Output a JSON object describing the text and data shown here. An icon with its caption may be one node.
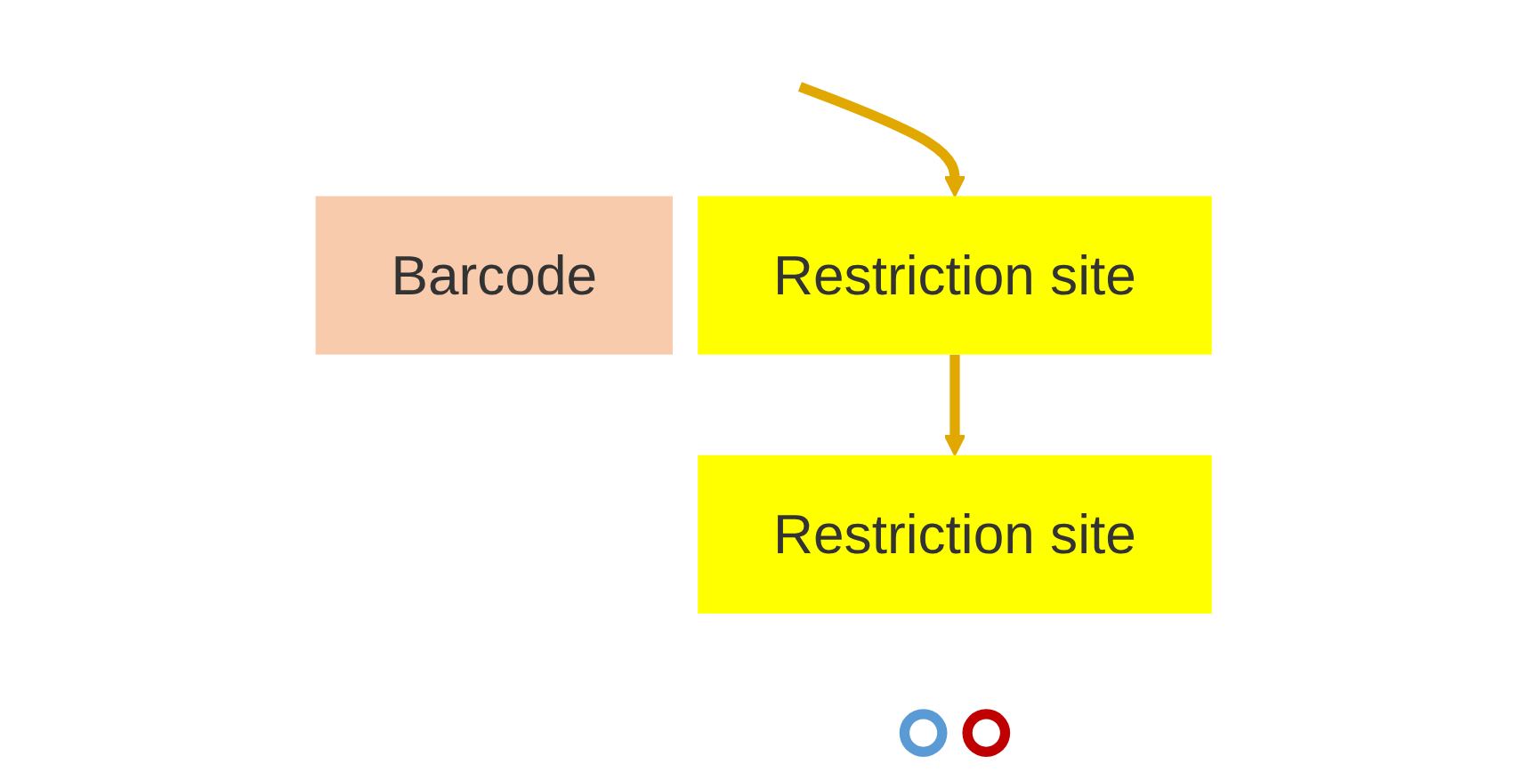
{
  "diagram": {
    "nodes": [
      {
        "text": [
          "Barcode"
        ]
      },
      {
        "text": [
          "Restriction site"
        ]
      },
      {
        "text": [
          "Restriction site"
        ]
      },
      {
        "text": [],
        "shape": "circle"
      },
      {
        "text": [],
        "shape": "circle"
      }
    ],
    "edges": [
      {
        "from": null,
        "to": 1,
        "arrow": "to"
      },
      {
        "from": 1,
        "to": 2,
        "arrow": "to"
      }
    ]
  }
}
